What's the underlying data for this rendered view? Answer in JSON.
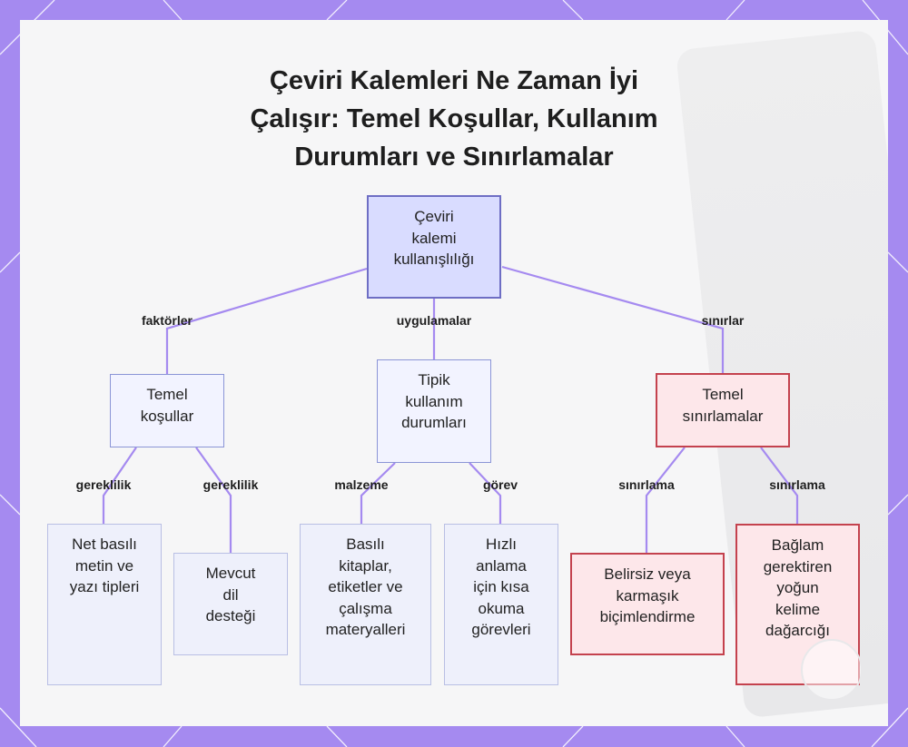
{
  "title": "Çeviri Kalemleri Ne Zaman İyi\nÇalışır: Temel Koşullar, Kullanım\nDurumları ve Sınırlamalar",
  "colors": {
    "frame": "#a58af0",
    "connector": "#a58af0",
    "root_fill": "#d9dcff",
    "branch_fill": "#f2f3ff",
    "limit_fill": "#fde7ea",
    "limit_border": "#c4424e"
  },
  "nodes": {
    "root": "Çeviri\nkalemi\nkullanışlılığı",
    "conditions": "Temel\nkoşullar",
    "use_cases": "Tipik\nkullanım\ndurumları",
    "limitations": "Temel\nsınırlamalar",
    "printed_text": "Net basılı\nmetin ve\nyazı tipleri",
    "language_support": "Mevcut\ndil\ndesteği",
    "materials": "Basılı\nkitaplar,\netiketler ve\nçalışma\nmateryalleri",
    "reading_tasks": "Hızlı\nanlama\niçin kısa\nokuma\ngörevleri",
    "formatting": "Belirsiz veya\nkarmaşık\nbiçimlendirme",
    "vocabulary": "Bağlam\ngerektiren\nyoğun\nkelime\ndağarcığı"
  },
  "edge_labels": {
    "factors": "faktörler",
    "applications": "uygulamalar",
    "limits": "sınırlar",
    "requirement_1": "gereklilik",
    "requirement_2": "gereklilik",
    "material": "malzeme",
    "task": "görev",
    "restriction_1": "sınırlama",
    "restriction_2": "sınırlama"
  }
}
